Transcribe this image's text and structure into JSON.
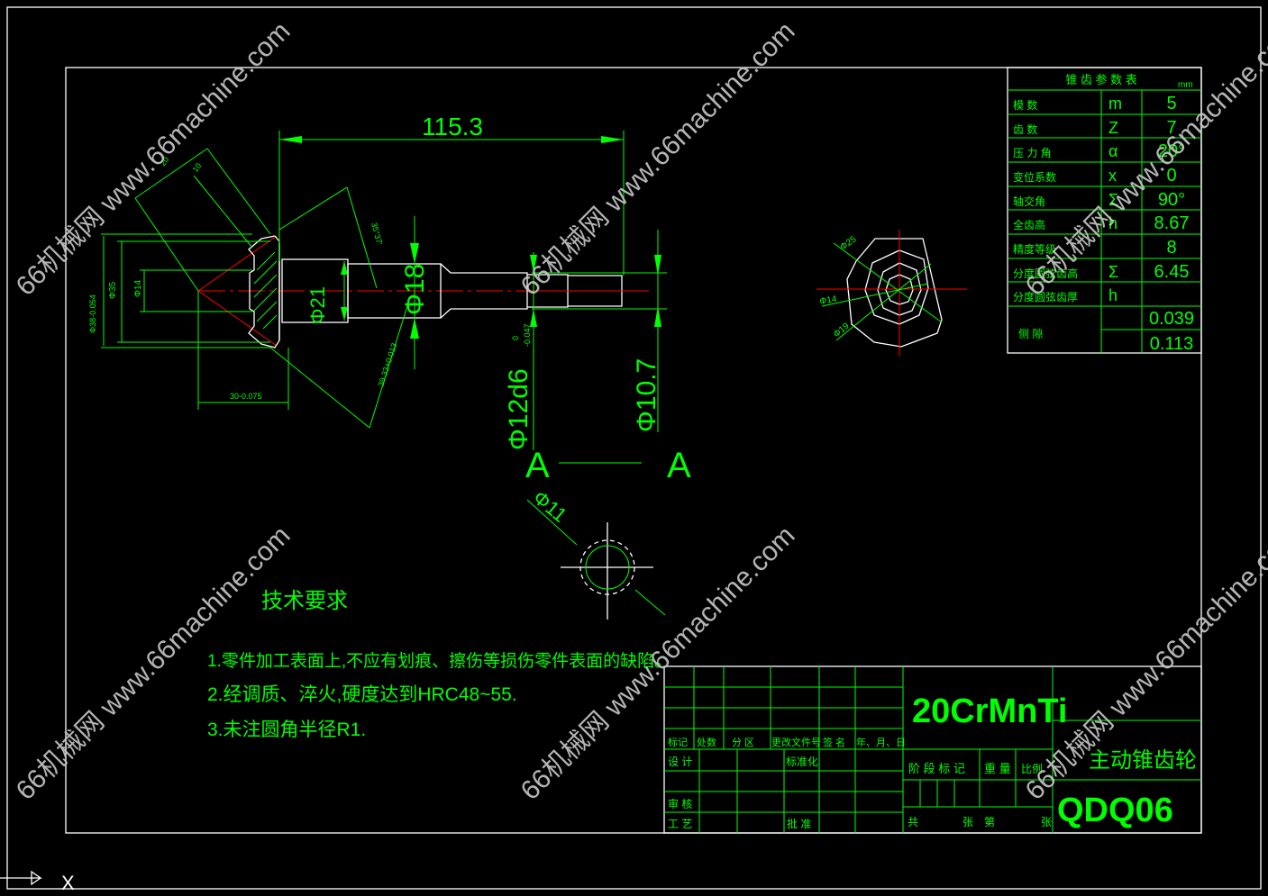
{
  "watermark": "66机械网 www.66machine.com",
  "dimensions": {
    "length_total": "115.3",
    "d18": "Φ18",
    "d12": "Φ12d6",
    "d12_tol": "-0.047",
    "d12_tol_up": "0",
    "d107": "Φ10.7",
    "d11": "Φ11",
    "d38": "Φ38-0.054",
    "d35": "Φ35",
    "d14": "Φ14",
    "len30": "30-0.075",
    "dim10": "10",
    "dim20": "20",
    "angle": "35°37'",
    "len39": "39.33+0.013",
    "phi21": "Φ21",
    "section_label": "A",
    "end_d25": "Φ25",
    "end_d14": "Φ14",
    "end_d19": "Φ19"
  },
  "notes": {
    "title": "技术要求",
    "items": [
      "1.零件加工表面上,不应有划痕、擦伤等损伤零件表面的缺陷。",
      "2.经调质、淬火,硬度达到HRC48~55.",
      "3.未注圆角半径R1."
    ]
  },
  "param_table": {
    "title": "锥 齿 参 数 表",
    "unit": "mm",
    "rows": [
      {
        "name": "模  数",
        "symbol": "m",
        "value": "5"
      },
      {
        "name": "齿  数",
        "symbol": "Z",
        "value": "7"
      },
      {
        "name": "压 力 角",
        "symbol": "α",
        "value": "20°"
      },
      {
        "name": "变位系数",
        "symbol": "x",
        "value": "0"
      },
      {
        "name": "轴交角",
        "symbol": "Σ",
        "value": "90°"
      },
      {
        "name": "全齿高",
        "symbol": "h",
        "value": "8.67"
      },
      {
        "name": "精度等级",
        "symbol": "",
        "value": "8"
      },
      {
        "name": "分度圆弦齿高",
        "symbol": "Σ",
        "value": "6.45"
      },
      {
        "name": "分度圆弦齿厚",
        "symbol": "h",
        "value": ""
      }
    ],
    "backlash_label": "侧  隙",
    "backlash_values": [
      "0.039",
      "0.113"
    ]
  },
  "title_block": {
    "material": "20CrMnTi",
    "part_name": "主动锥齿轮",
    "drawing_no": "QDQ06",
    "headers": [
      "标记",
      "处数",
      "分 区",
      "更改文件号",
      "签 名",
      "年、月、日"
    ],
    "design": "设 计",
    "standardize": "标准化",
    "review": "审 核",
    "process": "工 艺",
    "approve": "批 准",
    "stage_mark": "阶 段 标 记",
    "weight": "重 量",
    "scale": "比例",
    "total": "共",
    "sheets": "张",
    "sheet_no": "第",
    "sheet_word": "张"
  },
  "colors": {
    "line": "#00ff00",
    "outline": "#ffffff",
    "center": "#ff0000"
  }
}
